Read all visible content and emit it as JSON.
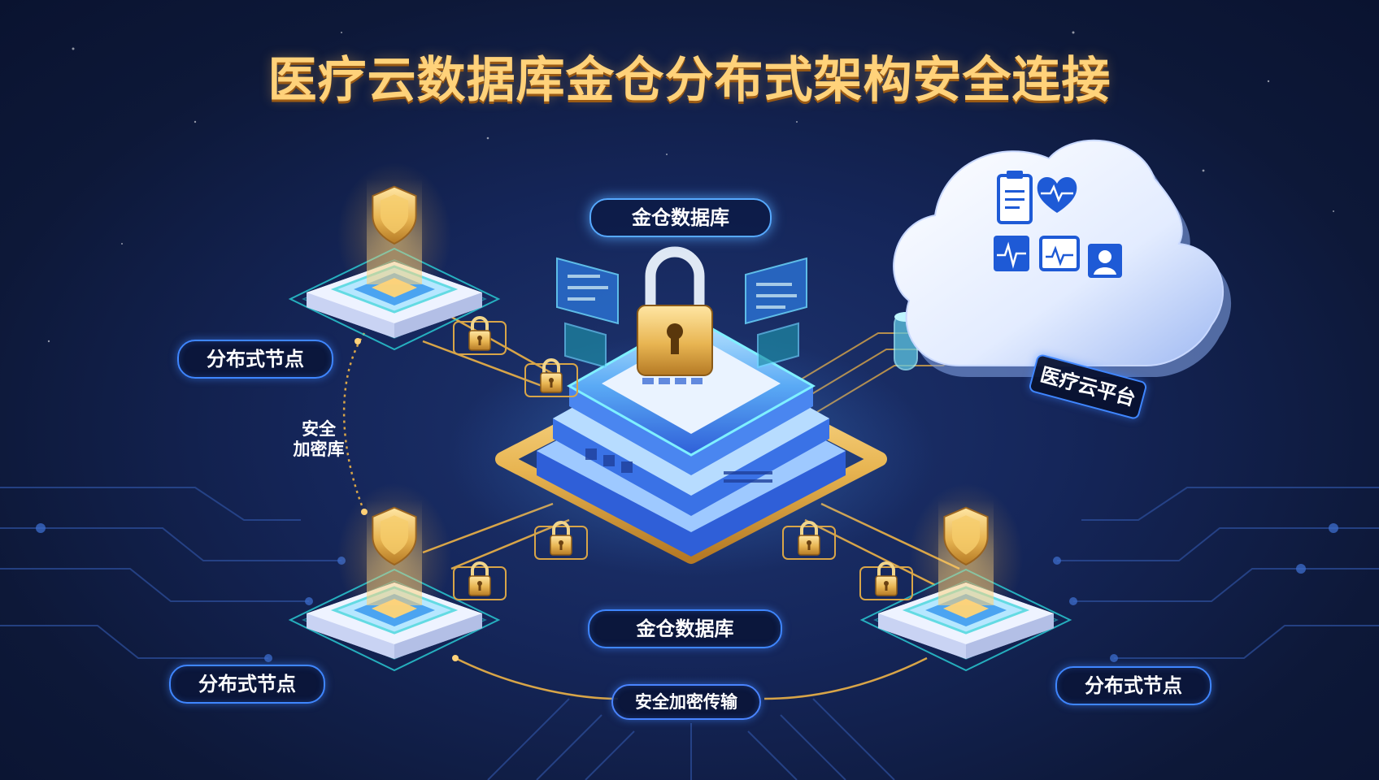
{
  "title": "医疗云数据库金仓分布式架构安全连接",
  "labels": {
    "core_top": "金仓数据库",
    "core_bottom": "金仓数据库",
    "cloud": "医疗云平台",
    "node_top_left": "分布式节点",
    "node_bottom_left": "分布式节点",
    "node_bottom_right": "分布式节点",
    "transfer": "安全加密传输",
    "side_line1": "安全",
    "side_line2": "加密库"
  },
  "colors": {
    "accent_blue": "#3f86ff",
    "gold": "#e8b552",
    "title_gold": "#ffd27a",
    "background": "#12224f"
  },
  "icons": [
    "shield-icon",
    "padlock-icon",
    "cloud-icon",
    "clipboard-icon",
    "heart-pulse-icon",
    "ecg-icon",
    "monitor-icon",
    "doctor-icon"
  ]
}
